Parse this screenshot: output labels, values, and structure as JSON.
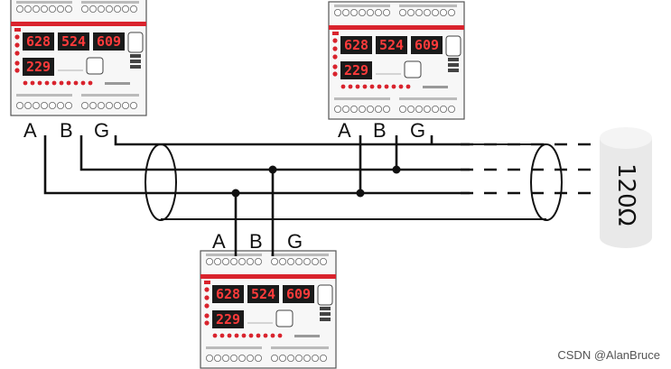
{
  "devices": [
    {
      "id": "meter-1",
      "display_top": [
        "628",
        "524",
        "609"
      ],
      "display_bottom": "229"
    },
    {
      "id": "meter-2",
      "display_top": [
        "628",
        "524",
        "609"
      ],
      "display_bottom": "229"
    },
    {
      "id": "meter-3",
      "display_top": [
        "628",
        "524",
        "609"
      ],
      "display_bottom": "229"
    }
  ],
  "terminal_labels": {
    "a": "A",
    "b": "B",
    "g": "G"
  },
  "terminator": {
    "label": "120Ω"
  },
  "watermark": "CSDN @AlanBruce",
  "colors": {
    "wire": "#111111",
    "device_body": "#f7f7f7",
    "device_border": "#555555",
    "red_band": "#d9232d",
    "led_digit": "#ff3b3b",
    "led_background": "#1a1a1a",
    "resistor_fill": "#e9e9e9"
  }
}
